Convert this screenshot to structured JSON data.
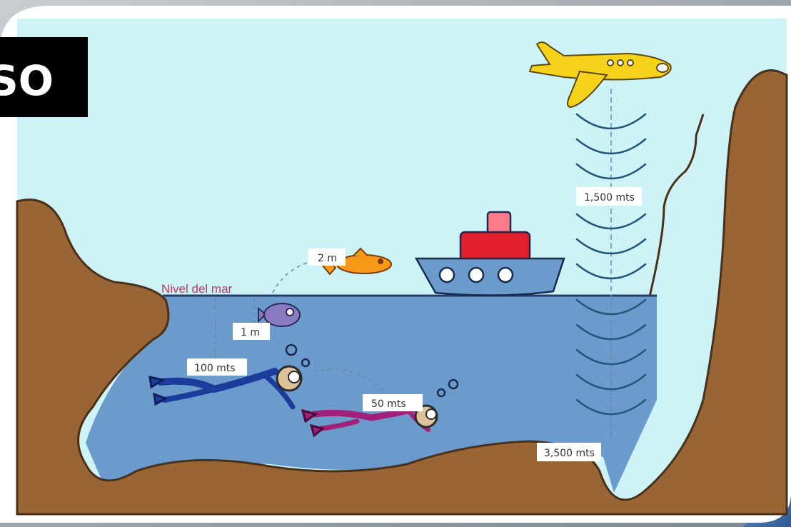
{
  "badge": {
    "text": "SO"
  },
  "diagram": {
    "sea_level_label": "Nivel del mar",
    "labels": {
      "fish_jump": "2 m",
      "fish_depth": "1 m",
      "diver1_depth": "100 mts",
      "diver2_depth": "50 mts",
      "sonar_altitude": "1,500 mts",
      "sonar_depth": "3,500 mts"
    }
  },
  "colors": {
    "sky": "#cdf3f7",
    "sea": "#6b9bcd",
    "land": "#9a6535",
    "sea_level_line": "#2a3a6a",
    "plane": "#f7d21a",
    "boat_hull": "#6b9bcd",
    "boat_cabin": "#e11f2d",
    "diver_blue": "#1c3c9c",
    "diver_magenta": "#a0207a",
    "sea_level_text": "#c0395b"
  }
}
